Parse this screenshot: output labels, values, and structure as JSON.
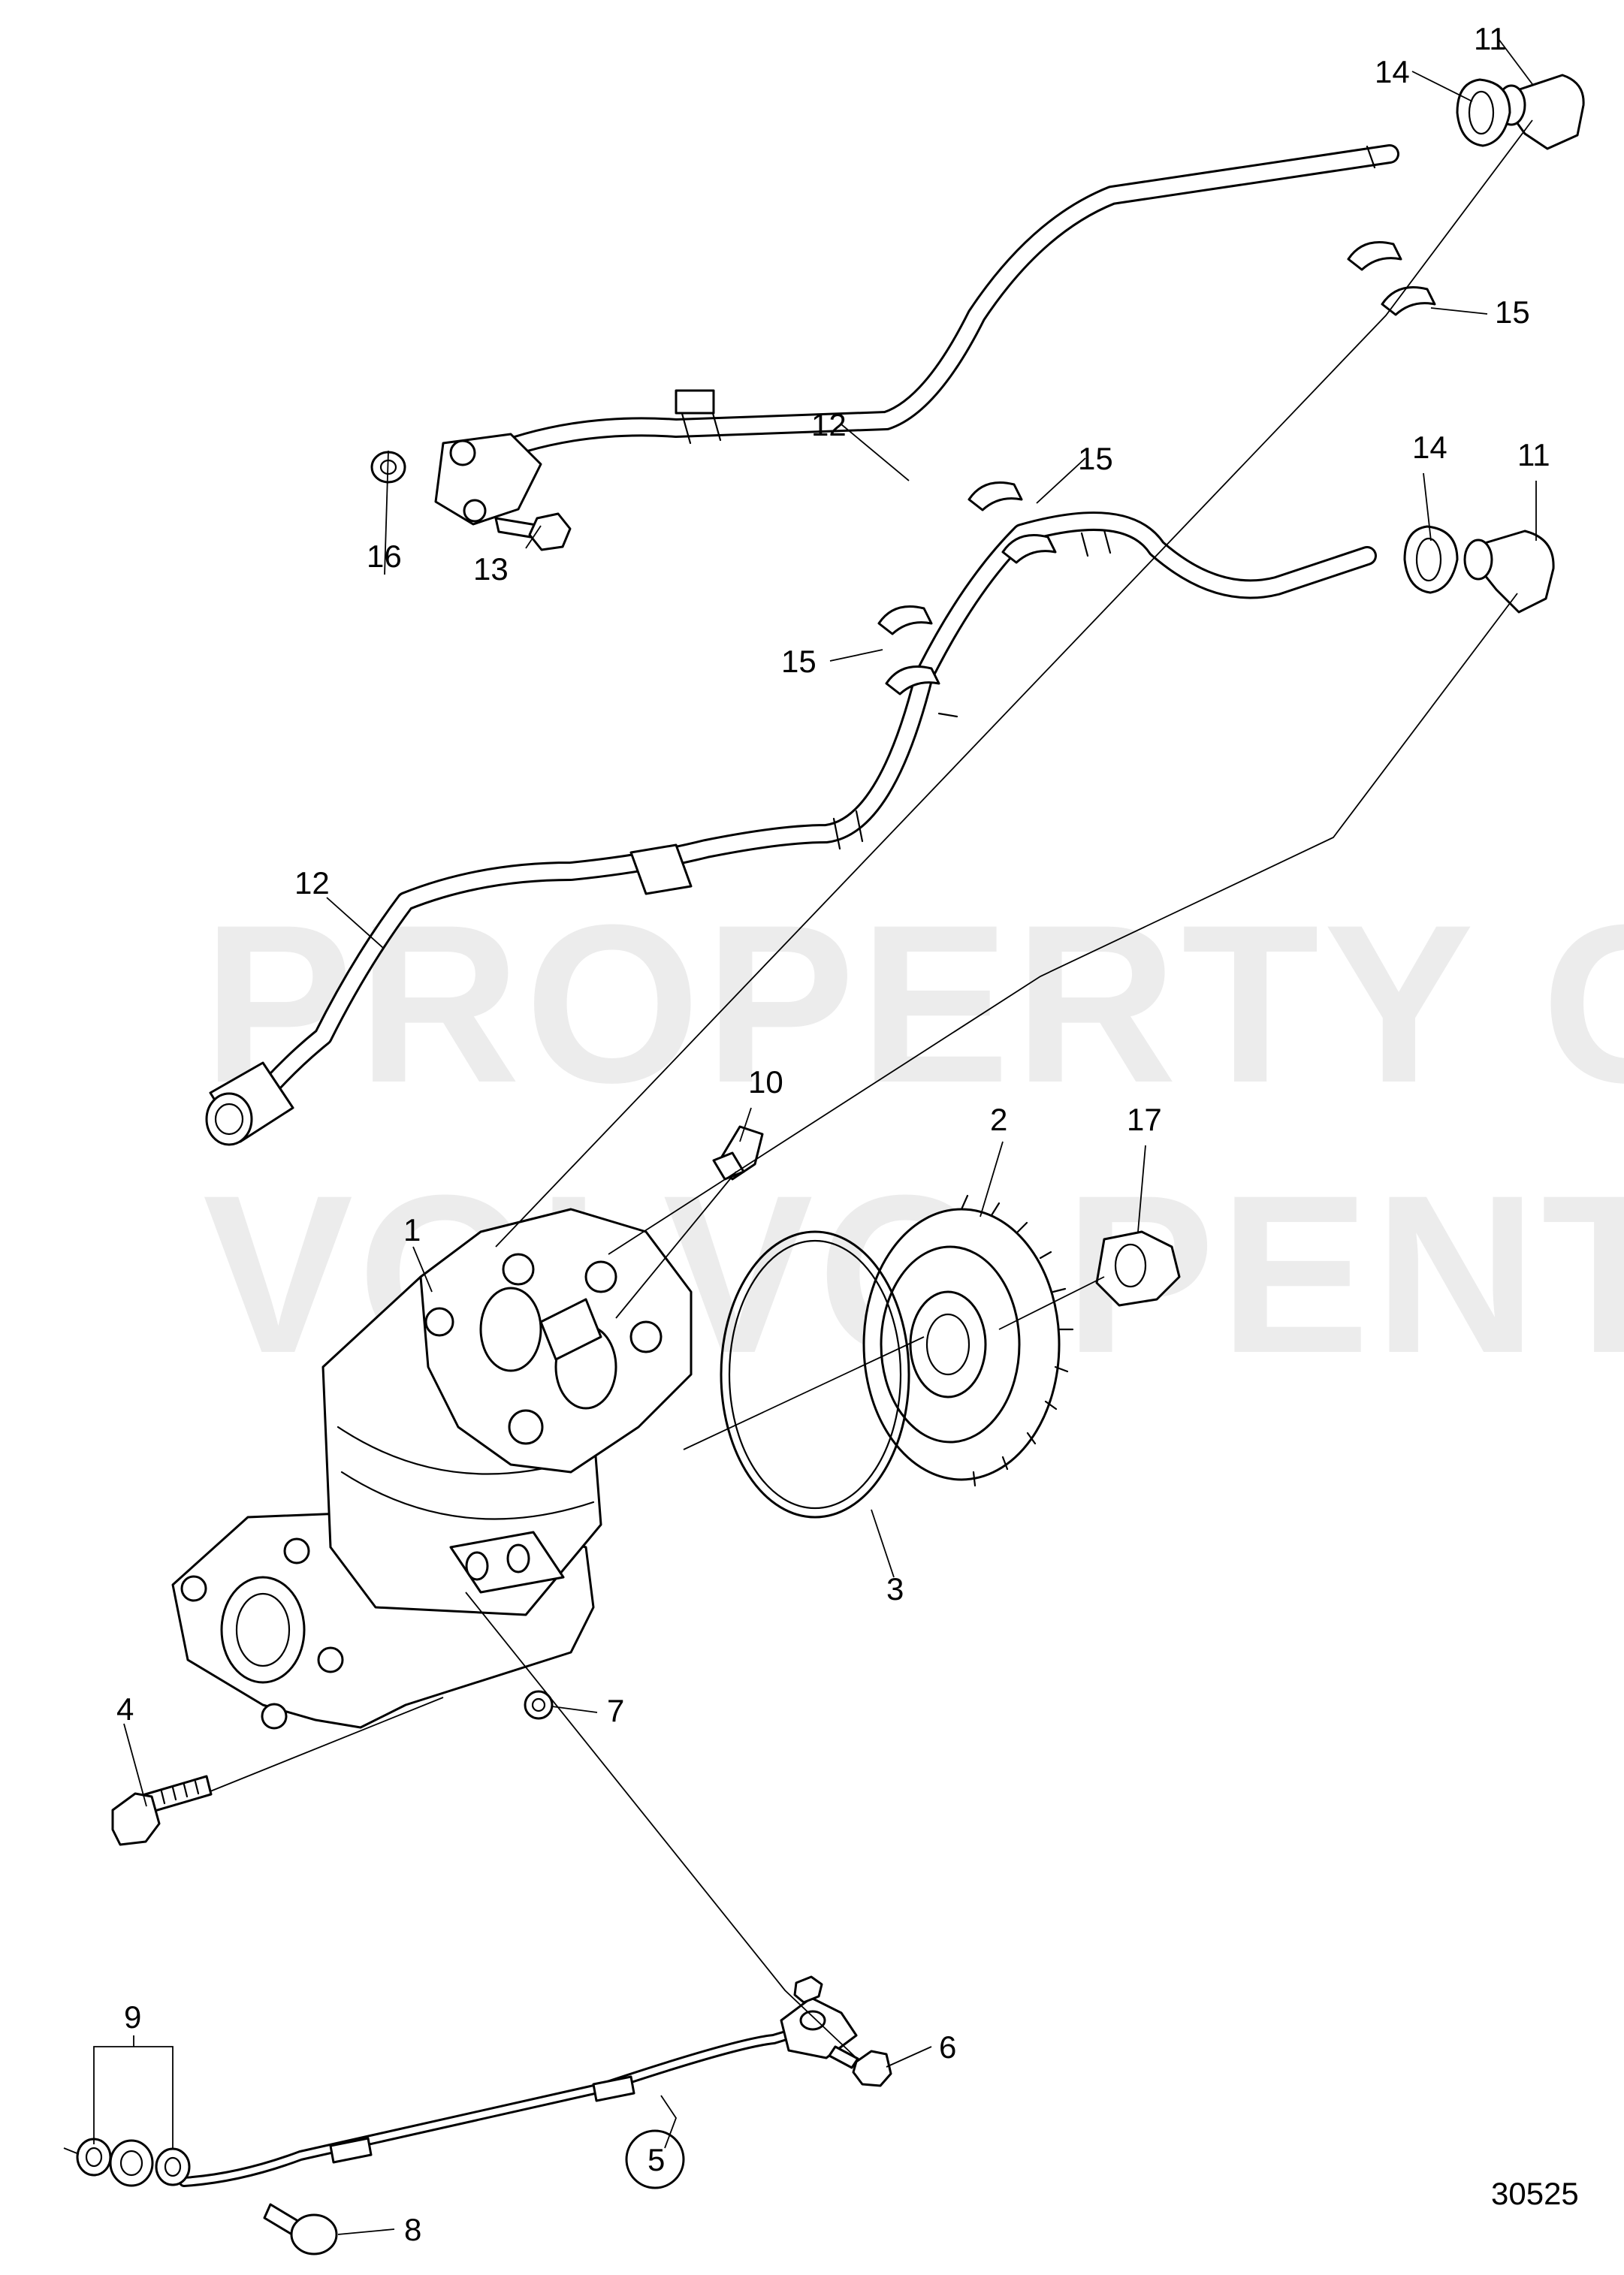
{
  "watermark": {
    "line1": "PROPERTY OF",
    "line2": "VOLVO PENTA"
  },
  "labels": {
    "p1": "1",
    "p2": "2",
    "p3": "3",
    "p4": "4",
    "p5": "5",
    "p6": "6",
    "p7": "7",
    "p8": "8",
    "p9": "9",
    "p10": "10",
    "p11a": "11",
    "p11b": "11",
    "p12a": "12",
    "p12b": "12",
    "p13": "13",
    "p14a": "14",
    "p14b": "14",
    "p15a": "15",
    "p15b": "15",
    "p15c": "15",
    "p16": "16",
    "p17": "17"
  },
  "drawing_number": "30525"
}
